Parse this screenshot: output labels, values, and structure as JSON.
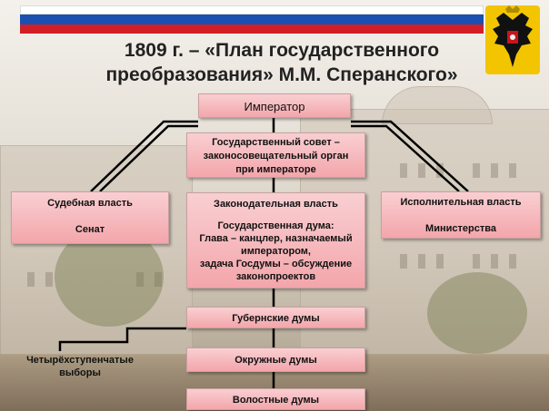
{
  "title": {
    "line1": "1809 г. – «План государственного",
    "line2": "преобразования» М.М. Сперанского»"
  },
  "flag_colors": [
    "#ffffff",
    "#1b4fb0",
    "#d21f26"
  ],
  "emblem_icon": "double-headed-eagle-icon",
  "nodes": {
    "emperor": "Император",
    "state_council": [
      "Государственный совет –",
      "законосовещательный орган",
      "при императоре"
    ],
    "judicial": {
      "title": "Судебная власть",
      "body": "Сенат"
    },
    "legislative": {
      "title": "Законодательная власть",
      "lines": [
        "Государственная дума:",
        "Глава – канцлер, назначаемый",
        "императором,",
        "задача Госдумы – обсуждение",
        "законопроектов"
      ]
    },
    "executive": {
      "title": "Исполнительная власть",
      "body": "Министерства"
    },
    "provincial": "Губернские думы",
    "district": "Окружные думы",
    "volost": "Волостные думы"
  },
  "elections_label": [
    "Четырёхступенчатые",
    "выборы"
  ]
}
